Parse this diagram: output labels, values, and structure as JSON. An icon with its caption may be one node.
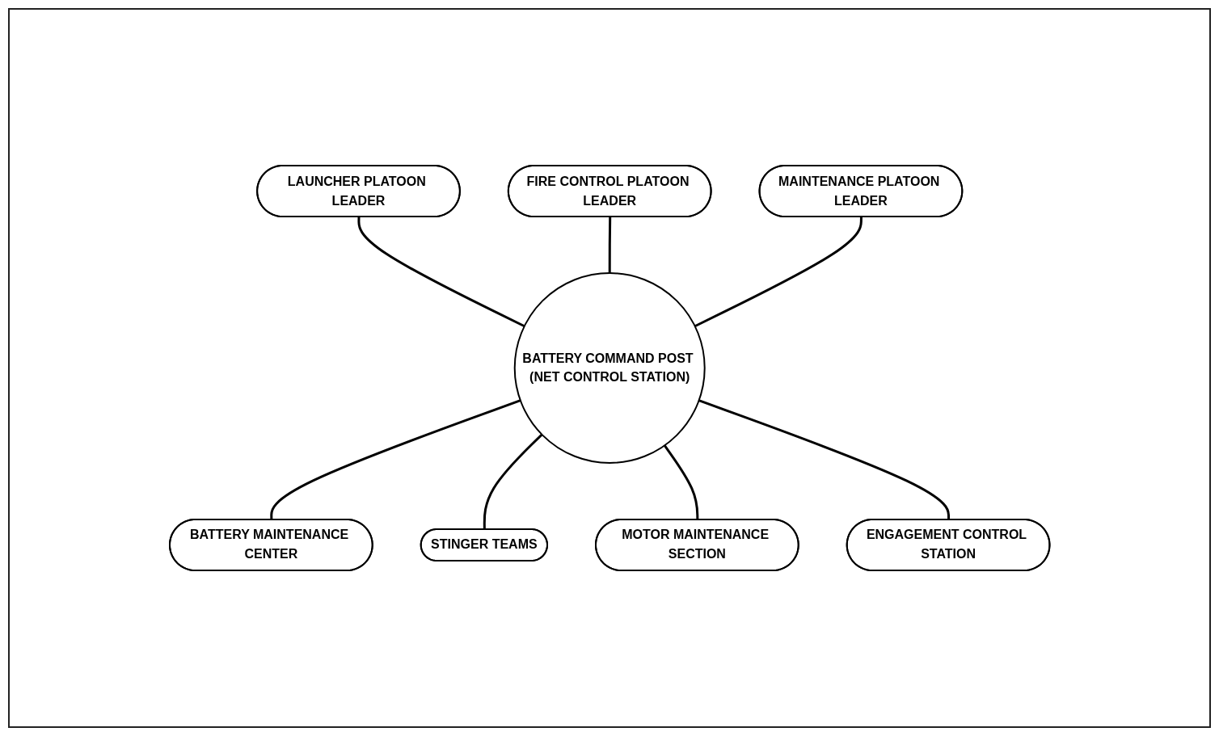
{
  "diagram": {
    "nodes": [
      {
        "text": [
          "LAUNCHER PLATOON LEADER"
        ]
      },
      {
        "text": [
          "FIRE CONTROL PLATOON LEADER"
        ]
      },
      {
        "text": [
          "MAINTENANCE PLATOON LEADER"
        ]
      },
      {
        "text": [
          "BATTERY COMMAND POST (NET CONTROL STATION)"
        ]
      },
      {
        "text": [
          "BATTERY MAINTENANCE CENTER"
        ]
      },
      {
        "text": [
          "STINGER TEAMS"
        ]
      },
      {
        "text": [
          "MOTOR MAINTENANCE SECTION"
        ]
      },
      {
        "text": [
          "ENGAGEMENT CONTROL STATION"
        ]
      }
    ],
    "edges": [
      {
        "from": 0,
        "to": 3,
        "arrow": "none"
      },
      {
        "from": 1,
        "to": 3,
        "arrow": "none"
      },
      {
        "from": 2,
        "to": 3,
        "arrow": "none"
      },
      {
        "from": 3,
        "to": 4,
        "arrow": "none"
      },
      {
        "from": 3,
        "to": 5,
        "arrow": "none"
      },
      {
        "from": 3,
        "to": 6,
        "arrow": "none"
      },
      {
        "from": 3,
        "to": 7,
        "arrow": "none"
      }
    ]
  }
}
